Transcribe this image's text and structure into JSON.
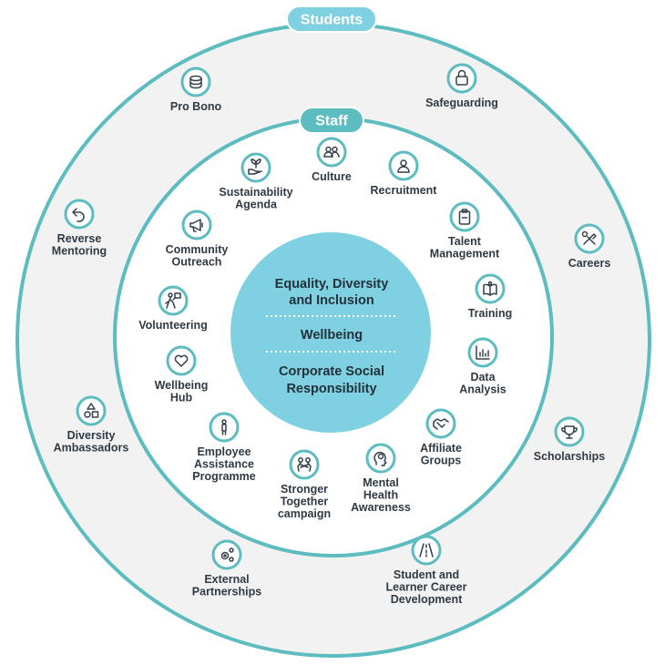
{
  "colors": {
    "teal": "#5dbcbf",
    "light_blue": "#7fd0e0",
    "band": "#f2f2f2",
    "text": "#2f3a44"
  },
  "students_label": "Students",
  "staff_label": "Staff",
  "center": {
    "line1": "Equality, Diversity",
    "line2": "and Inclusion",
    "wellbeing": "Wellbeing",
    "line3": "Corporate Social",
    "line4": "Responsibility"
  },
  "outer_items": [
    {
      "icon": "coins-icon",
      "lines": [
        "Pro Bono"
      ]
    },
    {
      "icon": "lock-icon",
      "lines": [
        "Safeguarding"
      ]
    },
    {
      "icon": "tools-icon",
      "lines": [
        "Careers"
      ]
    },
    {
      "icon": "trophy-icon",
      "lines": [
        "Scholarships"
      ]
    },
    {
      "icon": "road-icon",
      "lines": [
        "Student and",
        "Learner Career",
        "Development"
      ]
    },
    {
      "icon": "gears-icon",
      "lines": [
        "External",
        "Partnerships"
      ]
    },
    {
      "icon": "shapes-icon",
      "lines": [
        "Diversity",
        "Ambassadors"
      ]
    },
    {
      "icon": "return-arrow-icon",
      "lines": [
        "Reverse",
        "Mentoring"
      ]
    }
  ],
  "inner_items": [
    {
      "icon": "people-icon",
      "lines": [
        "Culture"
      ]
    },
    {
      "icon": "person-icon",
      "lines": [
        "Recruitment"
      ]
    },
    {
      "icon": "clipboard-icon",
      "lines": [
        "Talent",
        "Management"
      ]
    },
    {
      "icon": "book-icon",
      "lines": [
        "Training"
      ]
    },
    {
      "icon": "bar-chart-icon",
      "lines": [
        "Data",
        "Analysis"
      ]
    },
    {
      "icon": "handshake-icon",
      "lines": [
        "Affiliate",
        "Groups"
      ]
    },
    {
      "icon": "head-icon",
      "lines": [
        "Mental",
        "Health",
        "Awareness"
      ]
    },
    {
      "icon": "hugging-people-icon",
      "lines": [
        "Stronger",
        "Together",
        "campaign"
      ]
    },
    {
      "icon": "figure-icon",
      "lines": [
        "Employee",
        "Assistance",
        "Programme"
      ]
    },
    {
      "icon": "heart-icon",
      "lines": [
        "Wellbeing",
        "Hub"
      ]
    },
    {
      "icon": "volunteer-icon",
      "lines": [
        "Volunteering"
      ]
    },
    {
      "icon": "megaphone-icon",
      "lines": [
        "Community",
        "Outreach"
      ]
    },
    {
      "icon": "plant-hand-icon",
      "lines": [
        "Sustainability",
        "Agenda"
      ]
    }
  ]
}
